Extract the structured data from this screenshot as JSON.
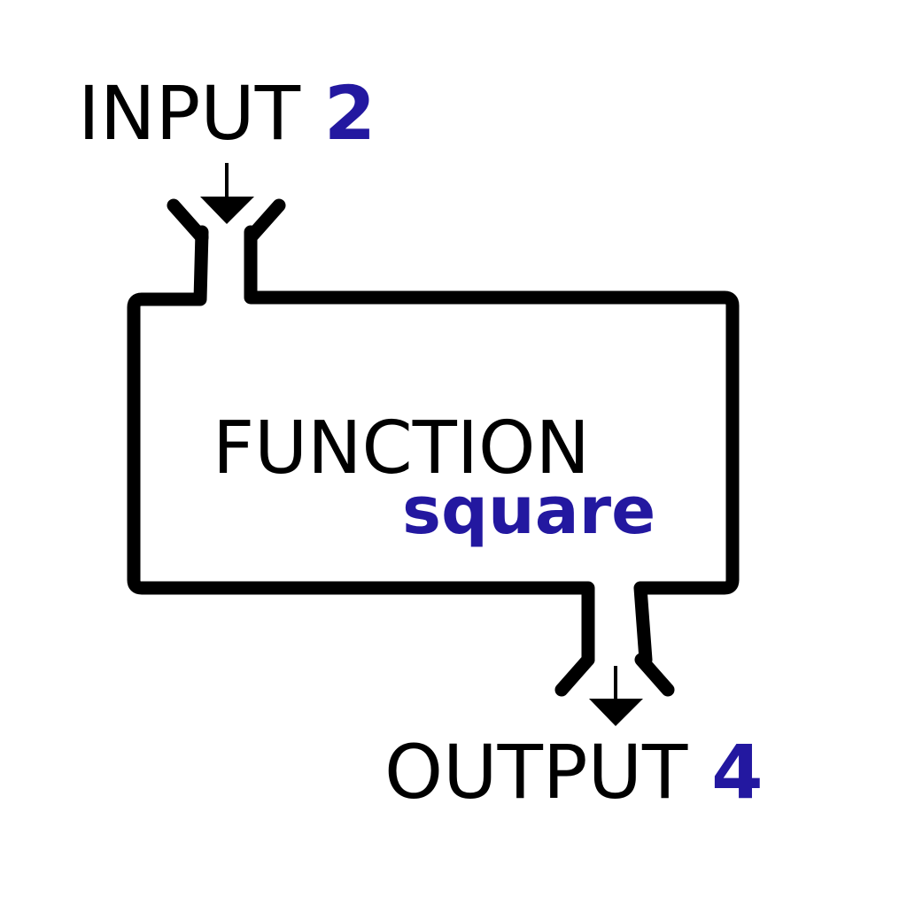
{
  "input": {
    "word": "INPUT",
    "value": "2"
  },
  "function": {
    "title": "FUNCTION",
    "name": "square"
  },
  "output": {
    "word": "OUTPUT",
    "value": "4"
  },
  "colors": {
    "stroke": "#000000",
    "accent": "#2318a0",
    "text": "#000000",
    "background": "#ffffff"
  }
}
